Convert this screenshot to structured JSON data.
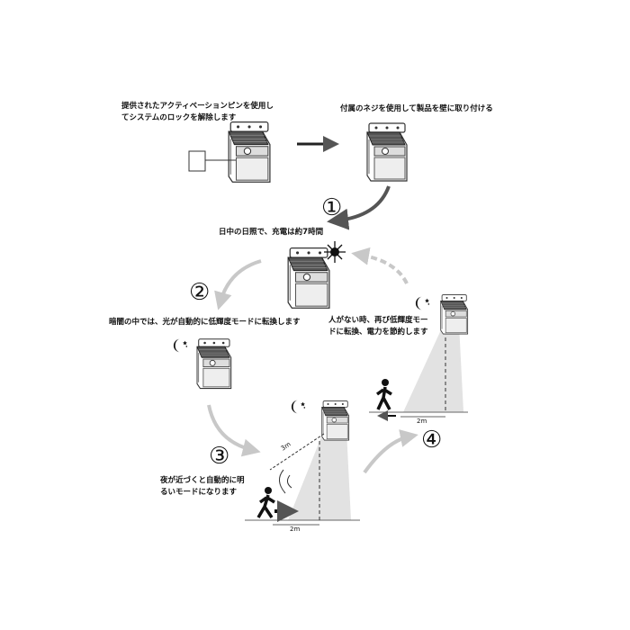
{
  "steps": {
    "activate": "提供されたアクティベーションピンを使用し\nてシステムのロックを解除します",
    "mount": "付属のネジを使用して製品を壁に取り付ける",
    "charge": "日中の日照で、充電は約7時間",
    "dim_mode": "暗闇の中では、光が自動的に低輝度モードに転換します",
    "bright_mode": "夜が近づくと自動的に明\nるいモードになります",
    "save_mode": "人がない時、再び低輝度モー\nドに転換、電力を節約します"
  },
  "step_numbers": [
    "①",
    "②",
    "③",
    "④"
  ],
  "measurements": {
    "width_a": "2m",
    "distance": "3m",
    "width_b": "2m"
  },
  "colors": {
    "arrow": "#555555",
    "light_arrow": "#c8c8c8",
    "cone": "#e2e2e2"
  }
}
